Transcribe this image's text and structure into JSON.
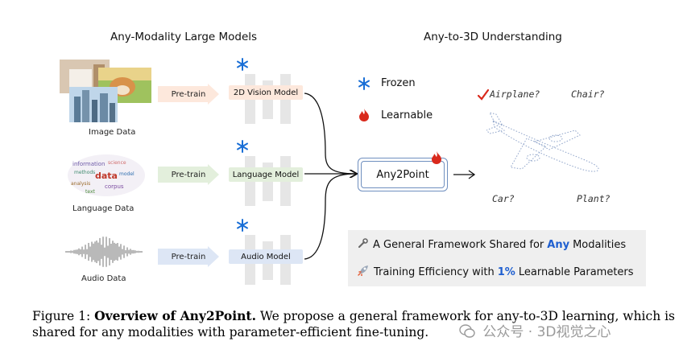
{
  "headings": {
    "left": "Any-Modality Large Models",
    "right": "Any-to-3D Understanding"
  },
  "inputs": [
    {
      "label": "Image Data"
    },
    {
      "label": "Language Data"
    },
    {
      "label": "Audio Data"
    }
  ],
  "pretrain_label": "Pre-train",
  "models": [
    {
      "label": "2D Vision Model",
      "color": "#fde8dc"
    },
    {
      "label": "Language Model",
      "color": "#e3efdc"
    },
    {
      "label": "Audio Model",
      "color": "#dde6f5"
    }
  ],
  "legend": {
    "frozen": "Frozen",
    "learnable": "Learnable"
  },
  "center_box": "Any2Point",
  "object_labels": {
    "airplane": "Airplane?",
    "chair": "Chair?",
    "car": "Car?",
    "plant": "Plant?"
  },
  "features": {
    "line1_pre": "A General Framework Shared for",
    "line1_hl": "Any",
    "line1_post": "Modalities",
    "line2_pre": "Training Efficiency with",
    "line2_hl": "1%",
    "line2_post": "Learnable Parameters"
  },
  "caption": {
    "prefix": "Figure 1:",
    "title": "Overview of Any2Point.",
    "body": "We propose a general framework for any-to-3D learning, which is shared for any modalities with parameter-efficient fine-tuning."
  },
  "watermark": "公众号 · 3D视觉之心",
  "word_cloud": [
    "data",
    "information",
    "methods",
    "science",
    "analysis",
    "model",
    "text",
    "corpus"
  ],
  "colors": {
    "frozen_icon": "#1a6fd6",
    "learnable_icon": "#d9291c",
    "highlight": "#1f5fd0",
    "check": "#d9291c"
  }
}
